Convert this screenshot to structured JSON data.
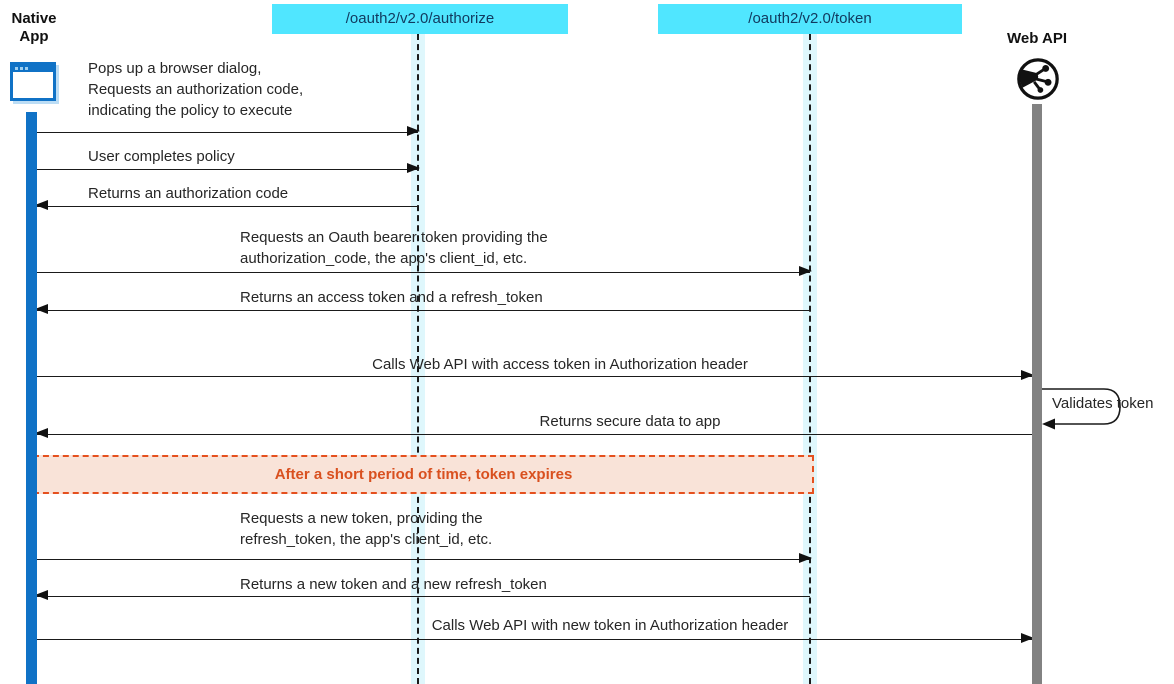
{
  "actors": {
    "native_app": {
      "label": "Native\nApp",
      "icon": "browser-window-icon"
    },
    "authorize": {
      "label": "/oauth2/v2.0/authorize"
    },
    "token": {
      "label": "/oauth2/v2.0/token"
    },
    "web_api": {
      "label": "Web API",
      "icon": "globe-network-icon"
    }
  },
  "messages": [
    {
      "from": "Native App",
      "to": "/oauth2/v2.0/authorize",
      "direction": "right",
      "label": "Pops up a browser dialog,\nRequests an authorization code,\nindicating the policy to execute"
    },
    {
      "from": "Native App",
      "to": "/oauth2/v2.0/authorize",
      "direction": "right",
      "label": "User completes policy"
    },
    {
      "from": "/oauth2/v2.0/authorize",
      "to": "Native App",
      "direction": "left",
      "label": "Returns an authorization code"
    },
    {
      "from": "Native App",
      "to": "/oauth2/v2.0/token",
      "direction": "right",
      "label": "Requests an Oauth bearer token providing the\nauthorization_code, the app's client_id, etc."
    },
    {
      "from": "/oauth2/v2.0/token",
      "to": "Native App",
      "direction": "left",
      "label": "Returns an access token and a refresh_token"
    },
    {
      "from": "Native App",
      "to": "Web API",
      "direction": "right",
      "label": "Calls Web API with access token in Authorization header"
    },
    {
      "from": "Web API",
      "to": "Web API",
      "direction": "self",
      "label": "Validates token"
    },
    {
      "from": "Web API",
      "to": "Native App",
      "direction": "left",
      "label": "Returns secure data to app"
    },
    {
      "from": "Native App",
      "to": "/oauth2/v2.0/token",
      "direction": "right",
      "label": "Requests a new token, providing the\nrefresh_token, the app's client_id, etc."
    },
    {
      "from": "/oauth2/v2.0/token",
      "to": "Native App",
      "direction": "left",
      "label": "Returns a new token and a new refresh_token"
    },
    {
      "from": "Native App",
      "to": "Web API",
      "direction": "right",
      "label": "Calls Web API with new token in Authorization header"
    }
  ],
  "note": {
    "label": "After a short period of time, token expires"
  },
  "colors": {
    "endpoint_header_bg": "#50E6FF",
    "endpoint_header_text": "#113A5F",
    "native_app_bar": "#1072C6",
    "web_api_bar": "#828282",
    "lifeline_band": "#DFF7FC",
    "note_bg": "#F9E3D8",
    "note_border": "#E5501E",
    "note_text": "#D9501F",
    "arrow": "#1A1A1A"
  }
}
